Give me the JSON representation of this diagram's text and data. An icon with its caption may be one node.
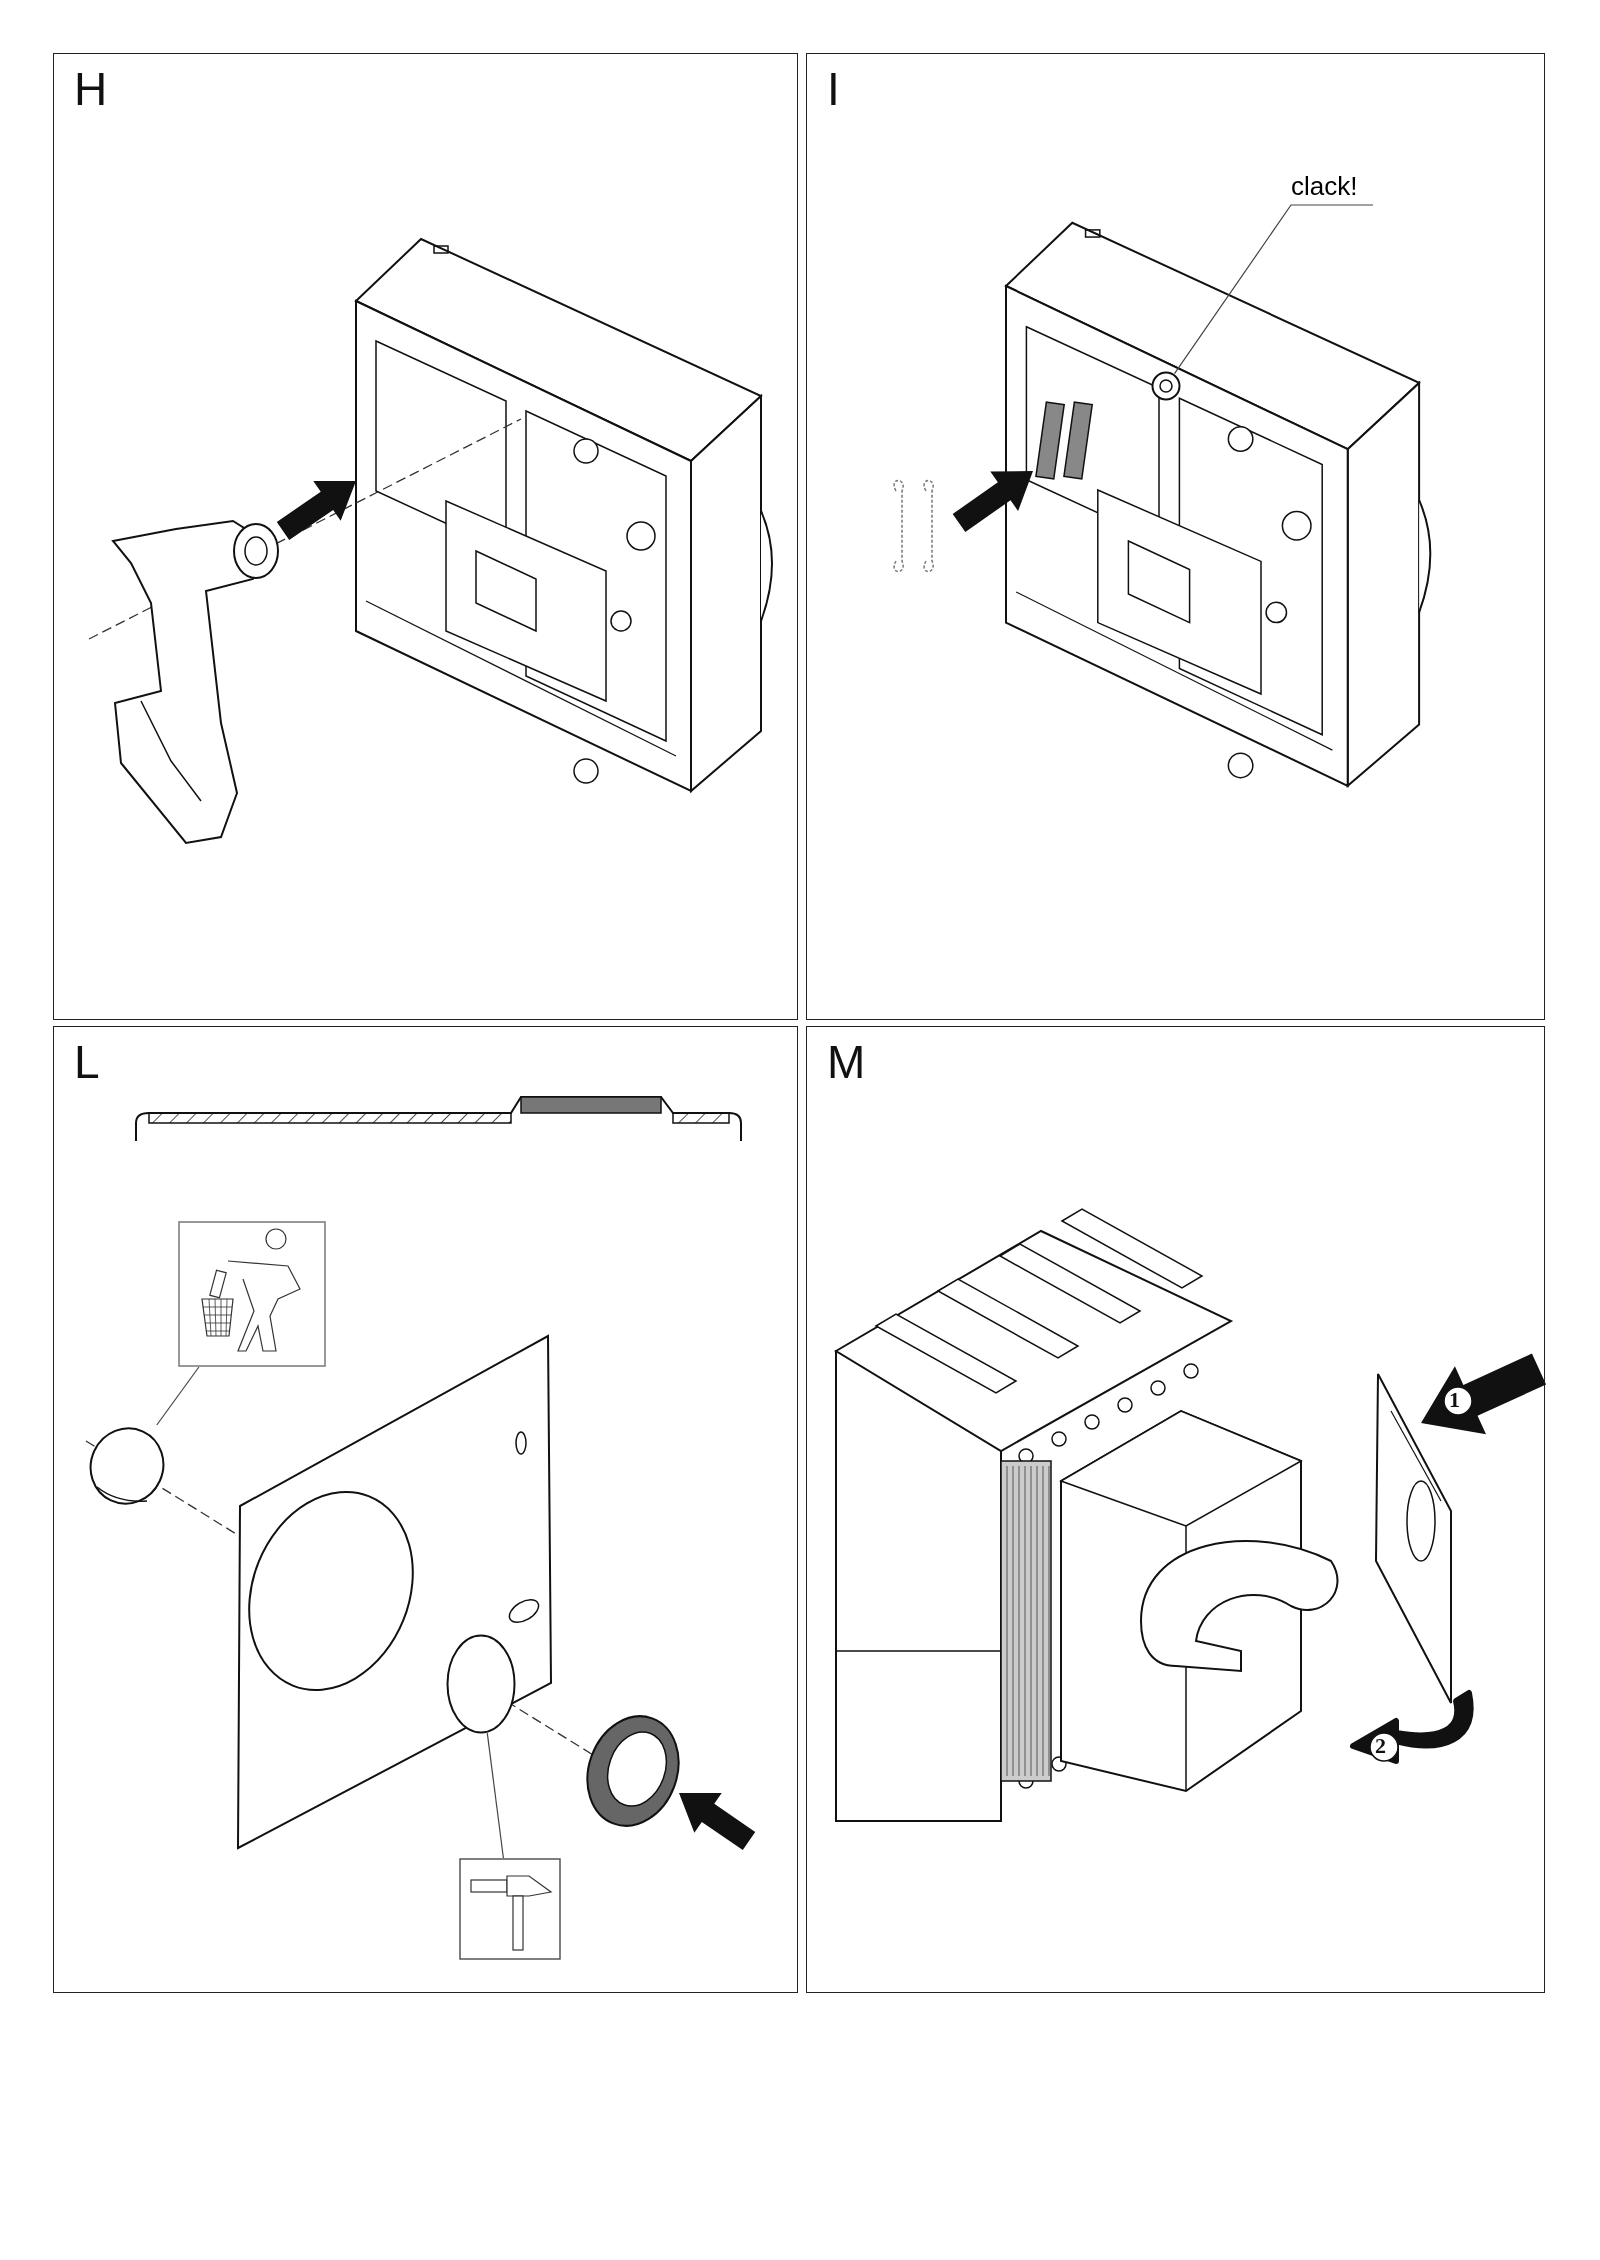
{
  "diagram": {
    "nodes": [
      {
        "text": [
          "H"
        ]
      },
      {
        "text": [
          "I"
        ]
      },
      {
        "text": [
          "L"
        ]
      },
      {
        "text": [
          "M"
        ]
      },
      {
        "text": [
          "clack!"
        ],
        "in": 1
      },
      {
        "text": [],
        "shape": "circle",
        "in": 1
      },
      {
        "text": [],
        "shape": "picture",
        "in": 2
      },
      {
        "text": [],
        "shape": "picture",
        "in": 2
      },
      {
        "text": [],
        "shape": "picture",
        "in": 2
      },
      {
        "text": [],
        "shape": "circle",
        "in": 2
      }
    ],
    "edges": [
      {
        "from": 4,
        "to": 5,
        "arrow": "none"
      },
      {
        "from": 6,
        "to": 7,
        "arrow": "none"
      },
      {
        "from": 8,
        "to": 9,
        "arrow": "none"
      }
    ],
    "labels": [
      "1",
      "2"
    ]
  }
}
